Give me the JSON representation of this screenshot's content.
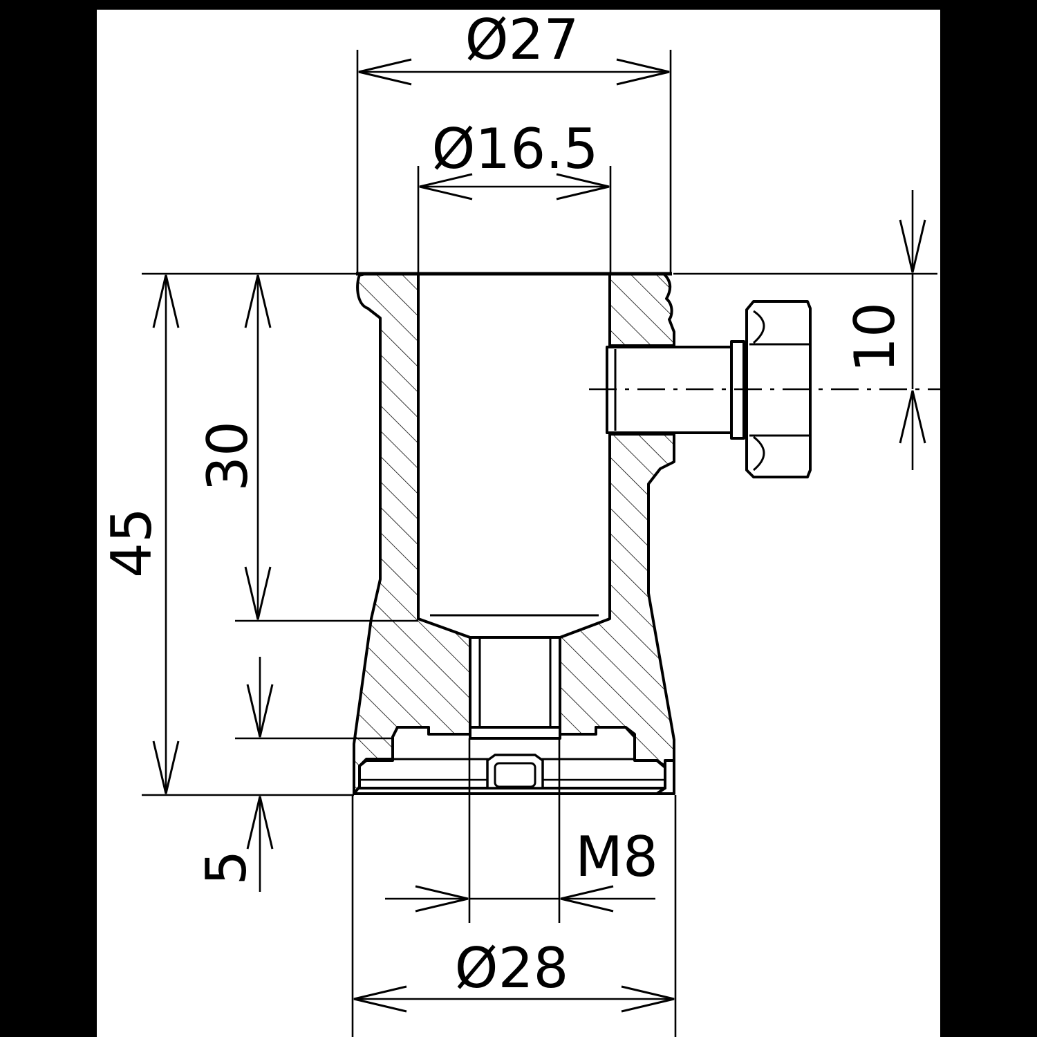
{
  "dimensions": {
    "outer_diameter_top": "Ø27",
    "bore_diameter": "Ø16.5",
    "total_height": "45",
    "bore_depth": "30",
    "screw_offset": "10",
    "base_step": "5",
    "thread": "M8",
    "base_diameter": "Ø28"
  },
  "colors": {
    "frame": "#000000",
    "paper": "#ffffff",
    "line": "#000000"
  }
}
